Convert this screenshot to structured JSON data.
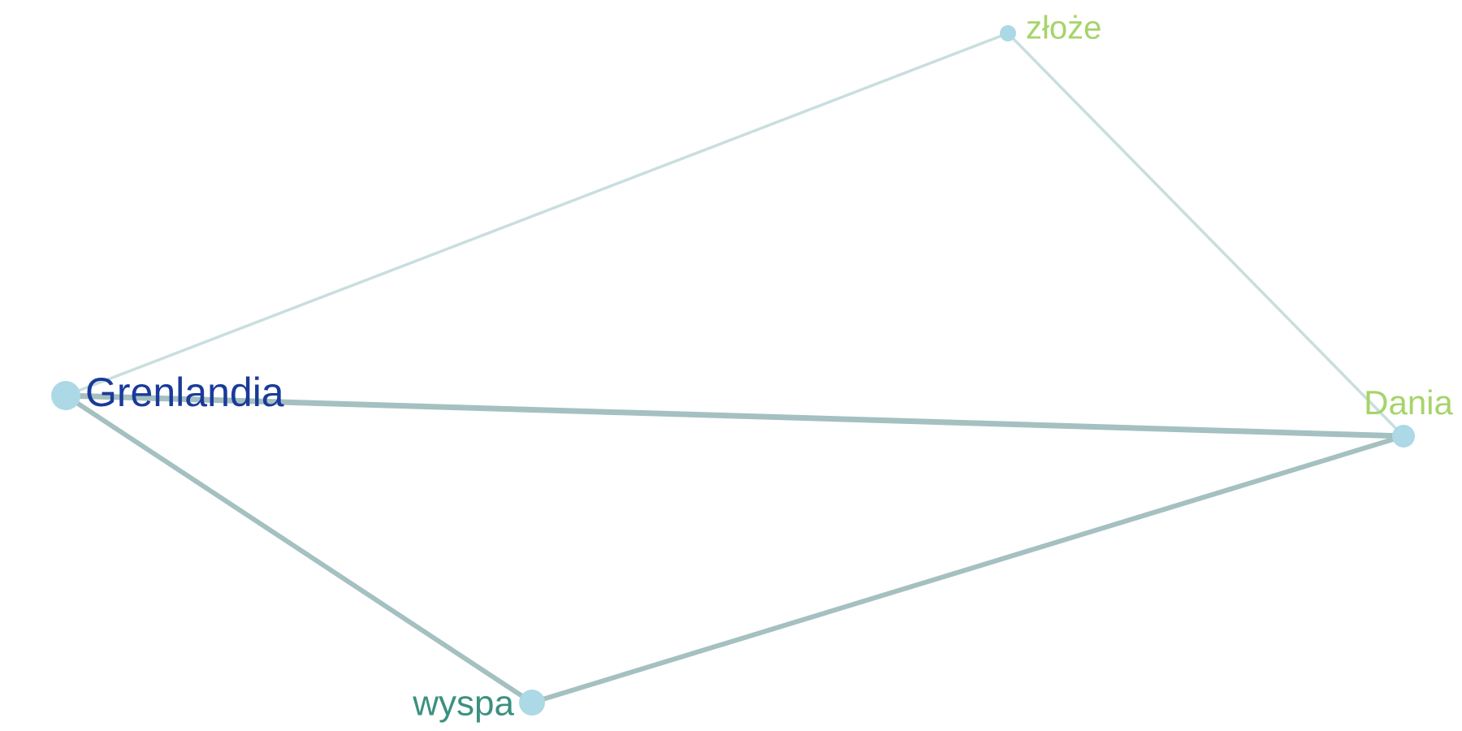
{
  "graph": {
    "nodes": [
      {
        "id": "grenlandia",
        "label": "Grenlandia",
        "label_color": "#1a3a9a",
        "node_color": "#add8e6"
      },
      {
        "id": "zloze",
        "label": "złoże",
        "label_color": "#a6d46a",
        "node_color": "#add8e6"
      },
      {
        "id": "dania",
        "label": "Dania",
        "label_color": "#a6d46a",
        "node_color": "#add8e6"
      },
      {
        "id": "wyspa",
        "label": "wyspa",
        "label_color": "#3b9080",
        "node_color": "#add8e6"
      }
    ],
    "edges": [
      {
        "source": "grenlandia",
        "target": "zloze",
        "color": "#c9dede"
      },
      {
        "source": "zloze",
        "target": "dania",
        "color": "#c9dede"
      },
      {
        "source": "grenlandia",
        "target": "dania",
        "color": "#a5c0c0"
      },
      {
        "source": "grenlandia",
        "target": "wyspa",
        "color": "#a5c0c0"
      },
      {
        "source": "wyspa",
        "target": "dania",
        "color": "#a5c0c0"
      }
    ]
  }
}
